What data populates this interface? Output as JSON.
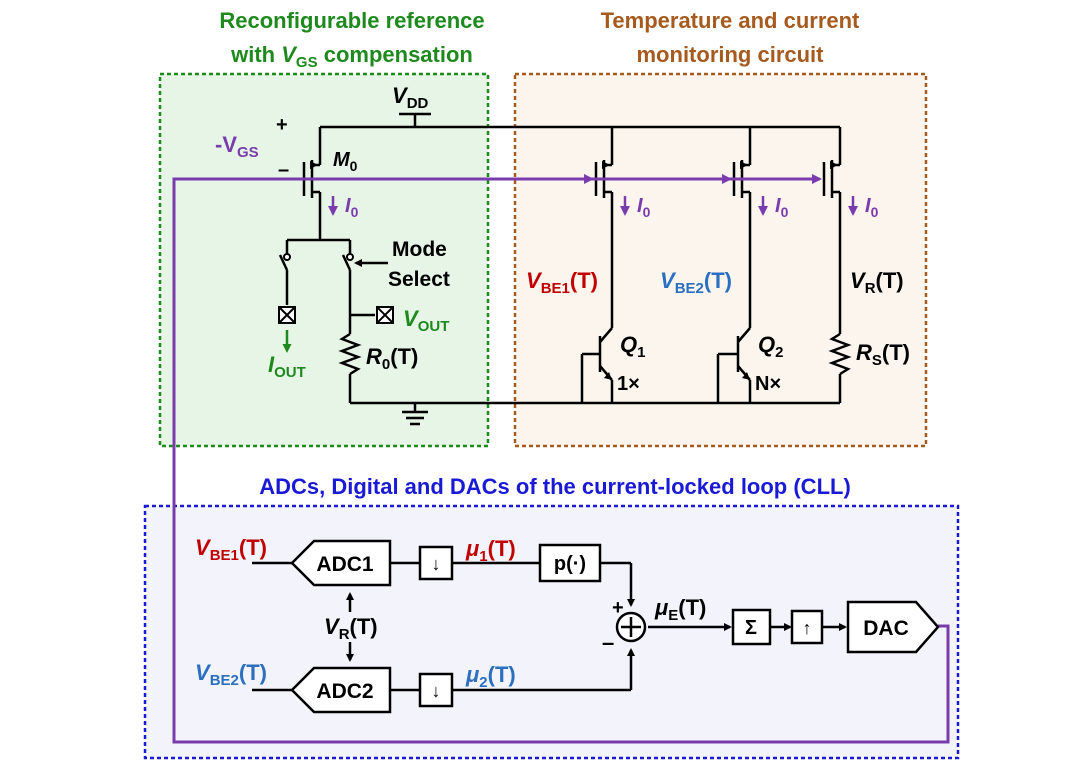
{
  "colors": {
    "green": "#1e8a1e",
    "brown": "#a65a1e",
    "blue": "#1a1ad6",
    "purple": "#7a3cad",
    "red": "#c00000",
    "steel": "#2a6fc0",
    "green_fill": "#e6f5e6",
    "brown_fill": "#fbf5ee",
    "blue_fill": "#f3f3fb"
  },
  "sections": {
    "ref_title_1": "Reconfigurable reference",
    "ref_title_2_pre": "with ",
    "ref_title_2_v": "V",
    "ref_title_2_sub": "GS",
    "ref_title_2_post": " compensation",
    "mon_title_1": "Temperature and current",
    "mon_title_2": "monitoring circuit",
    "cll_title": "ADCs, Digital and DACs of the current-locked loop (CLL)"
  },
  "labels": {
    "vdd_v": "V",
    "vdd_sub": "DD",
    "plus": "+",
    "minus": "–",
    "vgs_pre": "-V",
    "vgs_sub": "GS",
    "m0_m": "M",
    "m0_sub": "0",
    "i0_i": "I",
    "i0_sub": "0",
    "mode_1": "Mode",
    "mode_2": "Select",
    "vout_v": "V",
    "vout_sub": "OUT",
    "iout_i": "I",
    "iout_sub": "OUT",
    "r0_r": "R",
    "r0_sub": "0",
    "r0_post": "(T)",
    "vbe1_v": "V",
    "vbe1_sub": "BE1",
    "vbe1_post": "(T)",
    "vbe2_v": "V",
    "vbe2_sub": "BE2",
    "vbe2_post": "(T)",
    "vr_v": "V",
    "vr_sub": "R",
    "vr_post": "(T)",
    "q1_q": "Q",
    "q1_sub": "1",
    "q1_mult": "1×",
    "q2_q": "Q",
    "q2_sub": "2",
    "q2_mult": "N×",
    "rs_r": "R",
    "rs_sub": "S",
    "rs_post": "(T)",
    "adc1": "ADC1",
    "adc2": "ADC2",
    "mu1_mu": "μ",
    "mu1_sub": "1",
    "mu1_post": "(T)",
    "mu2_mu": "μ",
    "mu2_sub": "2",
    "mu2_post": "(T)",
    "mue_mu": "μ",
    "mue_sub": "E",
    "mue_post": "(T)",
    "poly": "p(·)",
    "sum_plus": "+",
    "sum_minus": "–",
    "sigma": "Σ",
    "dac": "DAC"
  },
  "icons": {
    "down_arrow": "↓",
    "up_arrow": "↑",
    "decimate": "↓",
    "interpolate": "↑"
  }
}
